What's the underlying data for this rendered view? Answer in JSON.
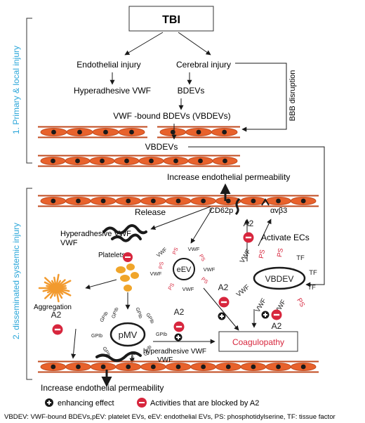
{
  "diagram": {
    "top_box": "TBI",
    "nodes": {
      "endothelial_injury": "Endothelial injury",
      "cerebral_injury": "Cerebral injury",
      "hyperadhesive_vwf": "Hyperadhesive VWF",
      "bdevs": "BDEVs",
      "vbdevs_full": "VWF -bound BDEVs (VBDEVs)",
      "bbb_disruption": "BBB disruption",
      "vbdevs": "VBDEVs",
      "increase_perm_top": "Increase endothelial permeability",
      "release": "Release",
      "cd62p": "CD62p",
      "avb3": "αvβ3",
      "hyperadhesive_vwf_left": "Hyperadhesive VWF",
      "platelets": "Platelets",
      "aggregation": "Aggregation",
      "eev": "eEV",
      "vbdev": "VBDEV",
      "activate_ecs": "Activate ECs",
      "pmv": "pMV",
      "coagulopathy": "Coagulopathy",
      "hyperadhesive_vwf_bottom": "hyperadhesive VWF",
      "increase_perm_bottom": "Increase endothelial permeability"
    },
    "marker_labels": {
      "a2": "A2",
      "vwf": "VWF",
      "ps": "PS",
      "tf": "TF",
      "gpib": "GPIb"
    },
    "sections": {
      "primary": "1. Primary & local injury",
      "systemic": "2. disseminated systemic injury"
    },
    "legend": {
      "enhancing": "enhancing effect",
      "blocked": "Activities that are blocked by A2"
    },
    "footnote": "VBDEV: VWF-bound BDEVs,pEV: platelet EVs, eEV: endothelial EVs, PS: phosphotidylserine, TF: tissue factor",
    "colors": {
      "cell_fill": "#e8622c",
      "cell_border": "#c14a1e",
      "nucleus": "#1a1a1a",
      "section_label": "#2aa6d9",
      "coagulopathy_text": "#d7263d",
      "ps_text": "#d7263d",
      "block_symbol": "#d7263d",
      "platelet": "#f0a52a",
      "aggregation": "#f29a2e"
    }
  }
}
